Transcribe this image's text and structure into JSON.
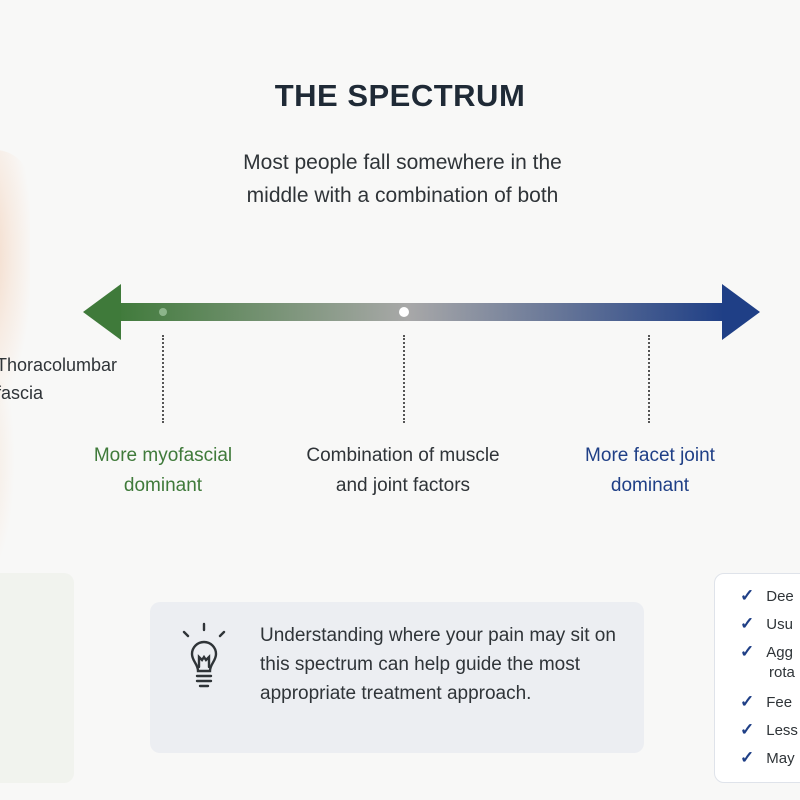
{
  "title": "THE SPECTRUM",
  "subtitle": "Most people fall somewhere in the middle with a combination of both",
  "side_label": "Thoracolumbar\nfascia",
  "spectrum": {
    "left_label": "More myofascial dominant",
    "middle_label": "Combination of muscle and joint factors",
    "right_label": "More facet joint dominant",
    "colors": {
      "left": "#3f7a3a",
      "middle": "#a9a9a9",
      "right": "#1f3f86"
    }
  },
  "info": {
    "icon": "lightbulb-icon",
    "text": "Understanding where your pain may sit on this spectrum can help guide the most appropriate treatment approach."
  },
  "right_card": {
    "items": [
      "Dee",
      "Usu",
      "Agg",
      "rota",
      "Fee",
      "Less",
      "May"
    ]
  }
}
